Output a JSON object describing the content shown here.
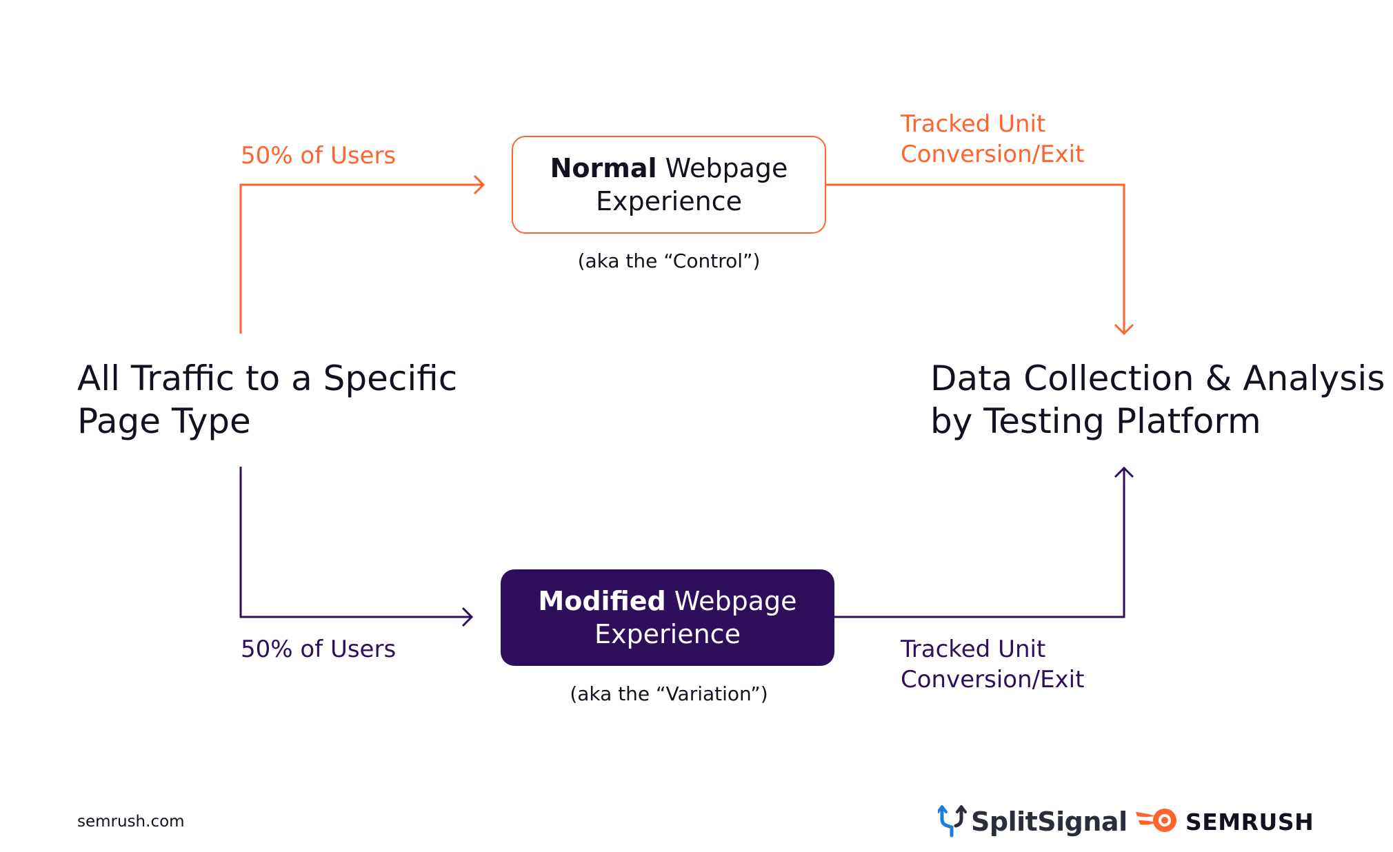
{
  "source": {
    "label_line1": "All Traffic to a Specific",
    "label_line2": "Page Type"
  },
  "destination": {
    "label_line1": "Data Collection & Analysis",
    "label_line2": "by Testing Platform"
  },
  "control": {
    "users_label": "50% of Users",
    "box_bold": "Normal",
    "box_rest": " Webpage",
    "box_line2": "Experience",
    "aka": "(aka the “Control”)",
    "tracked_line1": "Tracked Unit",
    "tracked_line2": "Conversion/Exit"
  },
  "variation": {
    "users_label": "50% of Users",
    "box_bold": "Modified",
    "box_rest": " Webpage",
    "box_line2": "Experience",
    "aka": "(aka the “Variation”)",
    "tracked_line1": "Tracked Unit",
    "tracked_line2": "Conversion/Exit"
  },
  "footer": {
    "url": "semrush.com",
    "brand1_name": "SplitSignal",
    "brand1_icon": "splitsignal-logo-icon",
    "brand2_name": "SEMRUSH",
    "brand2_icon": "semrush-logo-icon"
  },
  "colors": {
    "control": "#ff642d",
    "variation": "#2d0f5c",
    "text": "#15101f"
  }
}
